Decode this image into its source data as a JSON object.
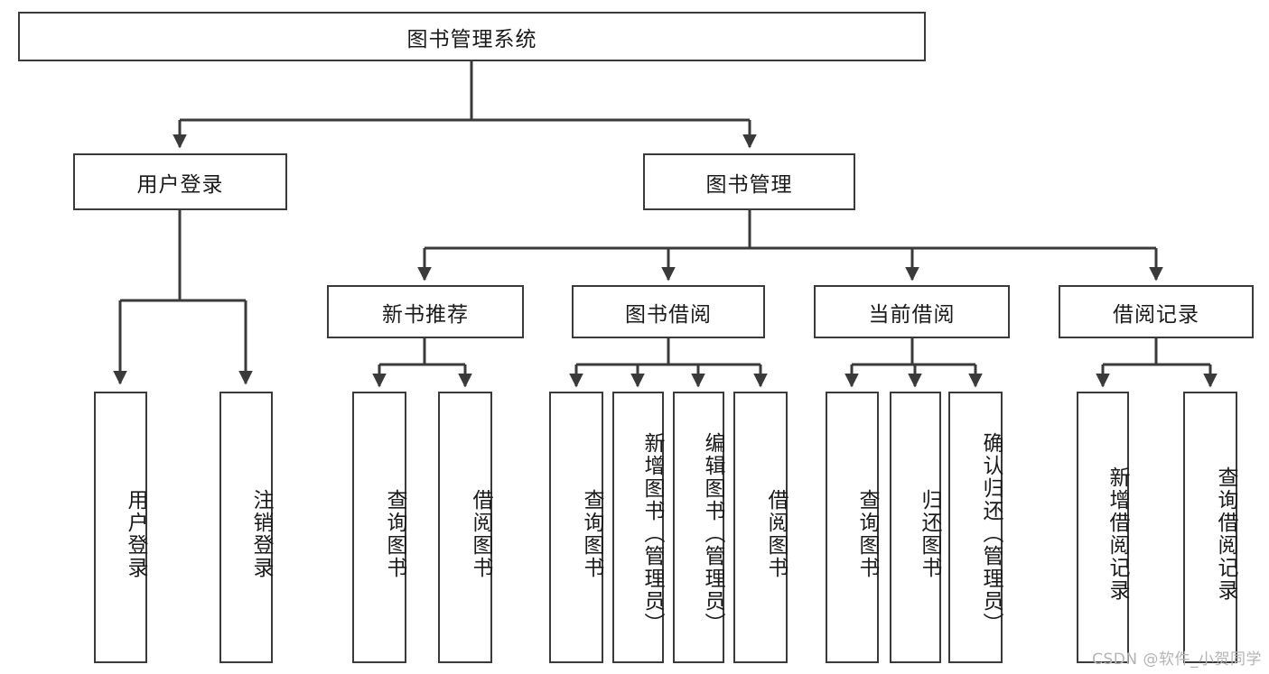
{
  "diagram": {
    "type": "tree-hierarchy",
    "title": "图书管理系统",
    "root": {
      "id": "root",
      "label": "图书管理系统"
    },
    "level2": [
      {
        "id": "user-login",
        "label": "用户登录"
      },
      {
        "id": "book-manage",
        "label": "图书管理"
      }
    ],
    "level3": [
      {
        "id": "new-book-recommend",
        "label": "新书推荐",
        "parent": "book-manage"
      },
      {
        "id": "book-borrow",
        "label": "图书借阅",
        "parent": "book-manage"
      },
      {
        "id": "current-borrow",
        "label": "当前借阅",
        "parent": "book-manage"
      },
      {
        "id": "borrow-record",
        "label": "借阅记录",
        "parent": "book-manage"
      }
    ],
    "leaves": [
      {
        "id": "leaf-user-login",
        "label": "用户登录",
        "parent": "user-login"
      },
      {
        "id": "leaf-user-logout",
        "label": "注销登录",
        "parent": "user-login"
      },
      {
        "id": "leaf-query-book-1",
        "label": "查询图书",
        "parent": "new-book-recommend"
      },
      {
        "id": "leaf-borrow-book-1",
        "label": "借阅图书",
        "parent": "new-book-recommend"
      },
      {
        "id": "leaf-query-book-2",
        "label": "查询图书",
        "parent": "book-borrow"
      },
      {
        "id": "leaf-add-book",
        "label": "新增图书（管理员）",
        "parent": "book-borrow"
      },
      {
        "id": "leaf-edit-book",
        "label": "编辑图书（管理员）",
        "parent": "book-borrow"
      },
      {
        "id": "leaf-borrow-book-2",
        "label": "借阅图书",
        "parent": "book-borrow"
      },
      {
        "id": "leaf-query-book-3",
        "label": "查询图书",
        "parent": "current-borrow"
      },
      {
        "id": "leaf-return-book",
        "label": "归还图书",
        "parent": "current-borrow"
      },
      {
        "id": "leaf-confirm-return",
        "label": "确认归还（管理员）",
        "parent": "current-borrow"
      },
      {
        "id": "leaf-add-record",
        "label": "新增借阅记录",
        "parent": "borrow-record"
      },
      {
        "id": "leaf-query-record",
        "label": "查询借阅记录",
        "parent": "borrow-record"
      }
    ],
    "watermark": "CSDN @软件_小贺同学",
    "colors": {
      "stroke": "#3a3a3a",
      "background": "#ffffff",
      "text": "#1a1a1a",
      "watermark": "#b4b4b4"
    }
  }
}
